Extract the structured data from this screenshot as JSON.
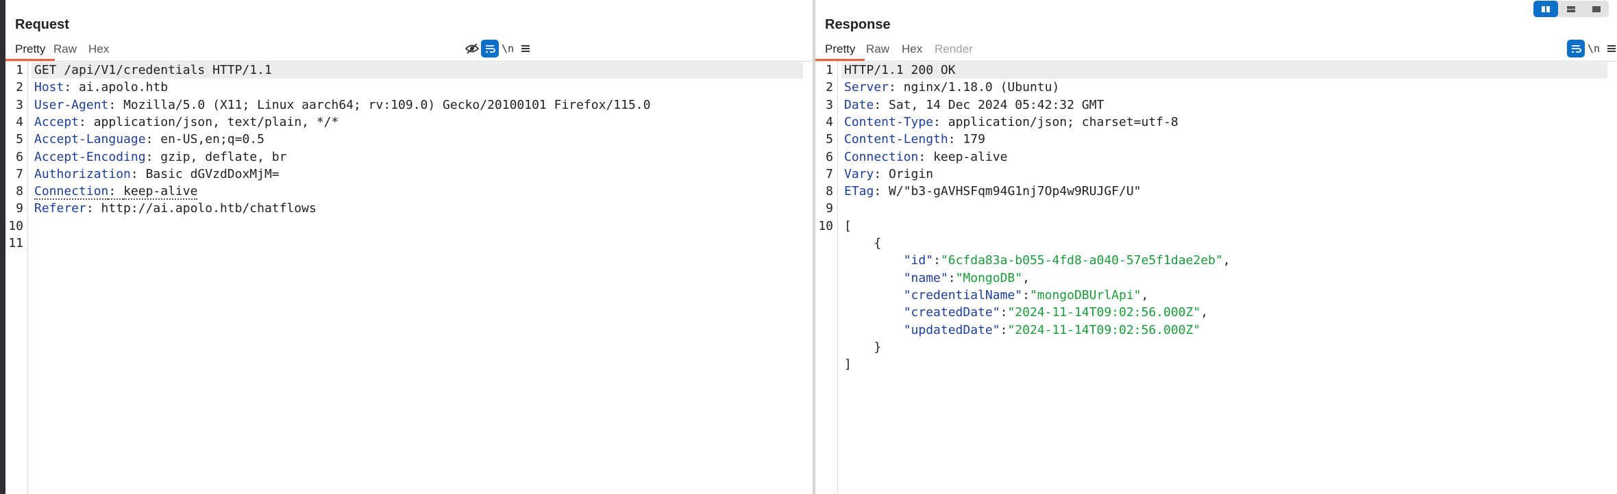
{
  "view_switch": {
    "options": [
      "side-by-side-icon",
      "stacked-rows-icon",
      "single-pane-icon"
    ],
    "active": "side-by-side-icon"
  },
  "request": {
    "title": "Request",
    "tabs": [
      {
        "label": "Pretty",
        "active": true
      },
      {
        "label": "Raw",
        "active": false
      },
      {
        "label": "Hex",
        "active": false
      }
    ],
    "tools": {
      "newline_label": "\\n"
    },
    "lines": [
      {
        "n": "1",
        "plain": "GET /api/V1/credentials HTTP/1.1"
      },
      {
        "n": "2",
        "key": "Host",
        "sep": ": ",
        "value": "ai.apolo.htb"
      },
      {
        "n": "3",
        "key": "User-Agent",
        "sep": ": ",
        "value": "Mozilla/5.0 (X11; Linux aarch64; rv:109.0) Gecko/20100101 Firefox/115.0"
      },
      {
        "n": "4",
        "key": "Accept",
        "sep": ": ",
        "value": "application/json, text/plain, */*"
      },
      {
        "n": "5",
        "key": "Accept-Language",
        "sep": ": ",
        "value": "en-US,en;q=0.5"
      },
      {
        "n": "6",
        "key": "Accept-Encoding",
        "sep": ": ",
        "value": "gzip, deflate, br"
      },
      {
        "n": "7",
        "key": "Authorization",
        "sep": ": ",
        "value": "Basic dGVzdDoxMjM="
      },
      {
        "n": "8",
        "key": "Connection",
        "sep": ": ",
        "value": "keep-alive"
      },
      {
        "n": "9",
        "key": "Referer",
        "sep": ": ",
        "value": "http://ai.apolo.htb/chatflows"
      },
      {
        "n": "10"
      },
      {
        "n": "11"
      }
    ]
  },
  "response": {
    "title": "Response",
    "tabs": [
      {
        "label": "Pretty",
        "active": true
      },
      {
        "label": "Raw",
        "active": false
      },
      {
        "label": "Hex",
        "active": false
      },
      {
        "label": "Render",
        "active": false
      }
    ],
    "tools": {
      "newline_label": "\\n"
    },
    "lines": [
      {
        "n": "1",
        "plain": "HTTP/1.1 200 OK"
      },
      {
        "n": "2",
        "key": "Server",
        "sep": ": ",
        "value": "nginx/1.18.0 (Ubuntu)"
      },
      {
        "n": "3",
        "key": "Date",
        "sep": ": ",
        "value": "Sat, 14 Dec 2024 05:42:32 GMT"
      },
      {
        "n": "4",
        "key": "Content-Type",
        "sep": ": ",
        "value": "application/json; charset=utf-8"
      },
      {
        "n": "5",
        "key": "Content-Length",
        "sep": ": ",
        "value": "179"
      },
      {
        "n": "6",
        "key": "Connection",
        "sep": ": ",
        "value": "keep-alive"
      },
      {
        "n": "7",
        "key": "Vary",
        "sep": ": ",
        "value": "Origin"
      },
      {
        "n": "8",
        "key": "ETag",
        "sep": ": ",
        "value": "W/\"b3-gAVHSFqm94G1nj7Op4w9RUJGF/U\""
      },
      {
        "n": "9"
      },
      {
        "n": "10",
        "plain": "["
      }
    ],
    "body_lines": [
      {
        "plain": "    {"
      },
      {
        "indent": "        ",
        "jkey": "\"id\"",
        "colon": ":",
        "jval": "\"6cfda83a-b055-4fd8-a040-57e5f1dae2eb\"",
        "tail": ","
      },
      {
        "indent": "        ",
        "jkey": "\"name\"",
        "colon": ":",
        "jval": "\"MongoDB\"",
        "tail": ","
      },
      {
        "indent": "        ",
        "jkey": "\"credentialName\"",
        "colon": ":",
        "jval": "\"mongoDBUrlApi\"",
        "tail": ","
      },
      {
        "indent": "        ",
        "jkey": "\"createdDate\"",
        "colon": ":",
        "jval": "\"2024-11-14T09:02:56.000Z\"",
        "tail": ","
      },
      {
        "indent": "        ",
        "jkey": "\"updatedDate\"",
        "colon": ":",
        "jval": "\"2024-11-14T09:02:56.000Z\"",
        "tail": ""
      },
      {
        "plain": "    }"
      },
      {
        "plain": "]"
      }
    ]
  }
}
